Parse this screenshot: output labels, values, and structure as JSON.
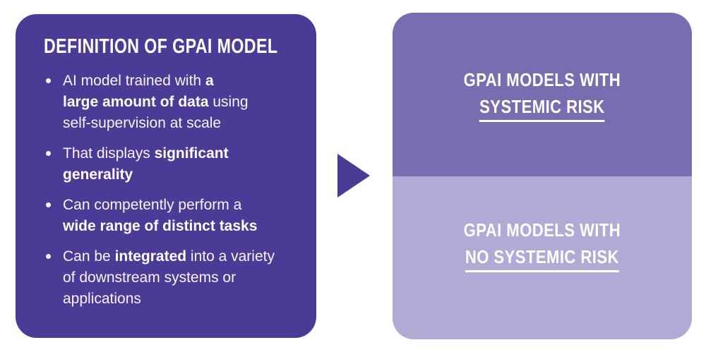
{
  "colors": {
    "deep_purple": "#4B3A96",
    "medium_purple": "#7A6CB0",
    "light_purple": "#B2A9D4",
    "text_white": "#FFFFFF",
    "page_background": "#FFFFFF"
  },
  "definition_card": {
    "title": "DEFINITION OF GPAI MODEL",
    "bullets": [
      {
        "segments": [
          {
            "text": "AI model trained with ",
            "bold": false
          },
          {
            "text": "a",
            "bold": true
          },
          {
            "br": true
          },
          {
            "text": "large amount of data",
            "bold": true
          },
          {
            "text": " using",
            "bold": false
          },
          {
            "br": true
          },
          {
            "text": "self-supervision at scale",
            "bold": false
          }
        ]
      },
      {
        "segments": [
          {
            "text": "That displays ",
            "bold": false
          },
          {
            "text": "significant generality",
            "bold": true
          }
        ]
      },
      {
        "segments": [
          {
            "text": "Can competently perform a",
            "bold": false
          },
          {
            "br": true
          },
          {
            "text": "wide range of distinct tasks",
            "bold": true
          }
        ]
      },
      {
        "segments": [
          {
            "text": "Can be ",
            "bold": false
          },
          {
            "text": "integrated",
            "bold": true
          },
          {
            "text": " into a variety",
            "bold": false
          },
          {
            "br": true
          },
          {
            "text": "of downstream systems or",
            "bold": false
          },
          {
            "br": true
          },
          {
            "text": "applications",
            "bold": false
          }
        ]
      }
    ]
  },
  "arrow": {
    "icon": "right-triangle-arrow"
  },
  "outcome_card": {
    "top_panel": {
      "line1": "GPAI MODELS WITH",
      "line2": "SYSTEMIC RISK"
    },
    "bottom_panel": {
      "line1": "GPAI MODELS WITH",
      "line2": "NO SYSTEMIC RISK"
    }
  }
}
